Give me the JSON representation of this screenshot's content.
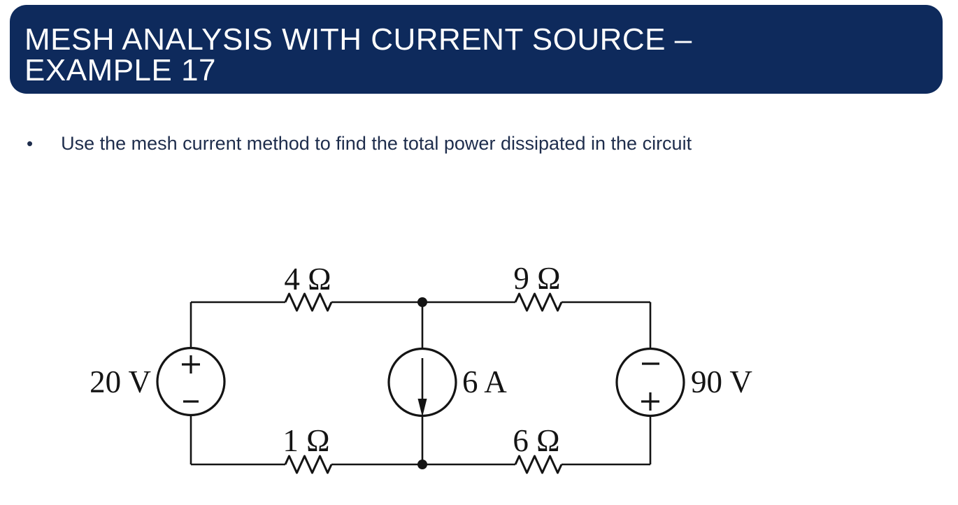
{
  "slide": {
    "title_line1": "MESH ANALYSIS WITH CURRENT SOURCE –",
    "title_line2": "EXAMPLE 17",
    "bullet_marker": "•",
    "bullet_text": "Use the mesh current method to find the total power dissipated in the circuit"
  },
  "colors": {
    "header_background": "#0e2a5c",
    "header_text": "#ffffff",
    "body_text": "#1e2d4c",
    "circuit_ink": "#141414",
    "page_background": "#ffffff"
  },
  "circuit": {
    "labels": {
      "resistor_top_left": "4 Ω",
      "resistor_top_right": "9 Ω",
      "resistor_bottom_left": "1 Ω",
      "resistor_bottom_right": "6 Ω",
      "voltage_source_left": "20 V",
      "current_source_middle": "6 A",
      "voltage_source_right": "90 V"
    },
    "components": [
      {
        "type": "voltage-source",
        "value": "20 V",
        "position": "left-branch",
        "polarity": "plus-top-minus-bottom"
      },
      {
        "type": "resistor",
        "value": "4 Ω",
        "position": "top-left-branch"
      },
      {
        "type": "resistor",
        "value": "9 Ω",
        "position": "top-right-branch"
      },
      {
        "type": "current-source",
        "value": "6 A",
        "position": "middle-branch",
        "arrow_direction": "down"
      },
      {
        "type": "voltage-source",
        "value": "90 V",
        "position": "right-branch",
        "polarity": "minus-top-plus-bottom"
      },
      {
        "type": "resistor",
        "value": "1 Ω",
        "position": "bottom-left-branch"
      },
      {
        "type": "resistor",
        "value": "6 Ω",
        "position": "bottom-right-branch"
      }
    ]
  }
}
